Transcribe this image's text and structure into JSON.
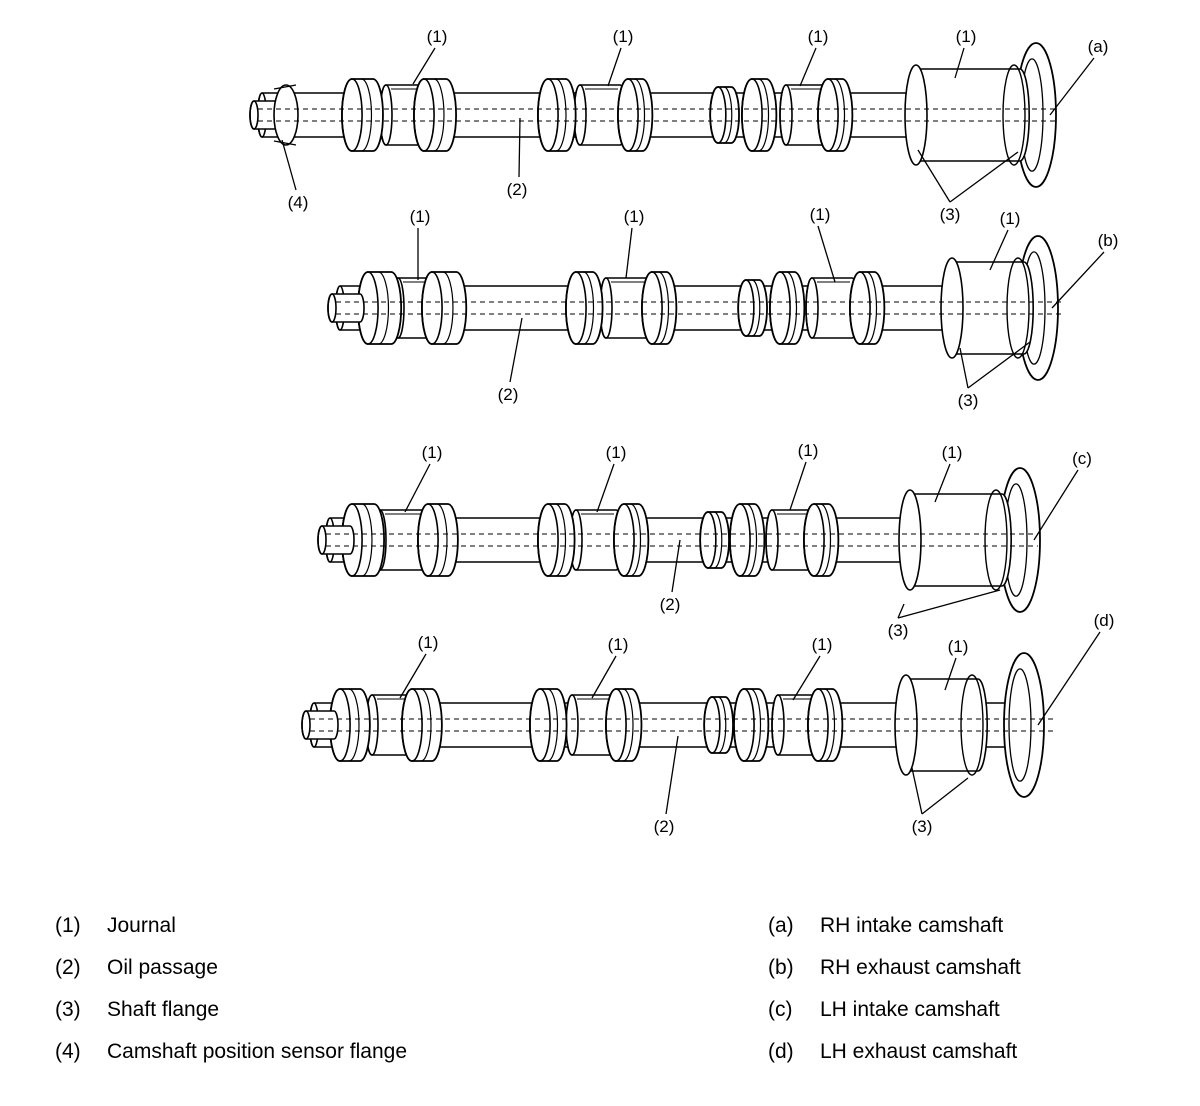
{
  "callouts": {
    "journal": "(1)",
    "oil_passage": "(2)",
    "shaft_flange": "(3)",
    "sensor_flange": "(4)",
    "camshaft_a": "(a)",
    "camshaft_b": "(b)",
    "camshaft_c": "(c)",
    "camshaft_d": "(d)"
  },
  "legend_left": [
    {
      "key": "(1)",
      "label": "Journal"
    },
    {
      "key": "(2)",
      "label": "Oil passage"
    },
    {
      "key": "(3)",
      "label": "Shaft flange"
    },
    {
      "key": "(4)",
      "label": "Camshaft position sensor flange"
    }
  ],
  "legend_right": [
    {
      "key": "(a)",
      "label": "RH intake camshaft"
    },
    {
      "key": "(b)",
      "label": "RH exhaust camshaft"
    },
    {
      "key": "(c)",
      "label": "LH intake camshaft"
    },
    {
      "key": "(d)",
      "label": "LH exhaust camshaft"
    }
  ]
}
